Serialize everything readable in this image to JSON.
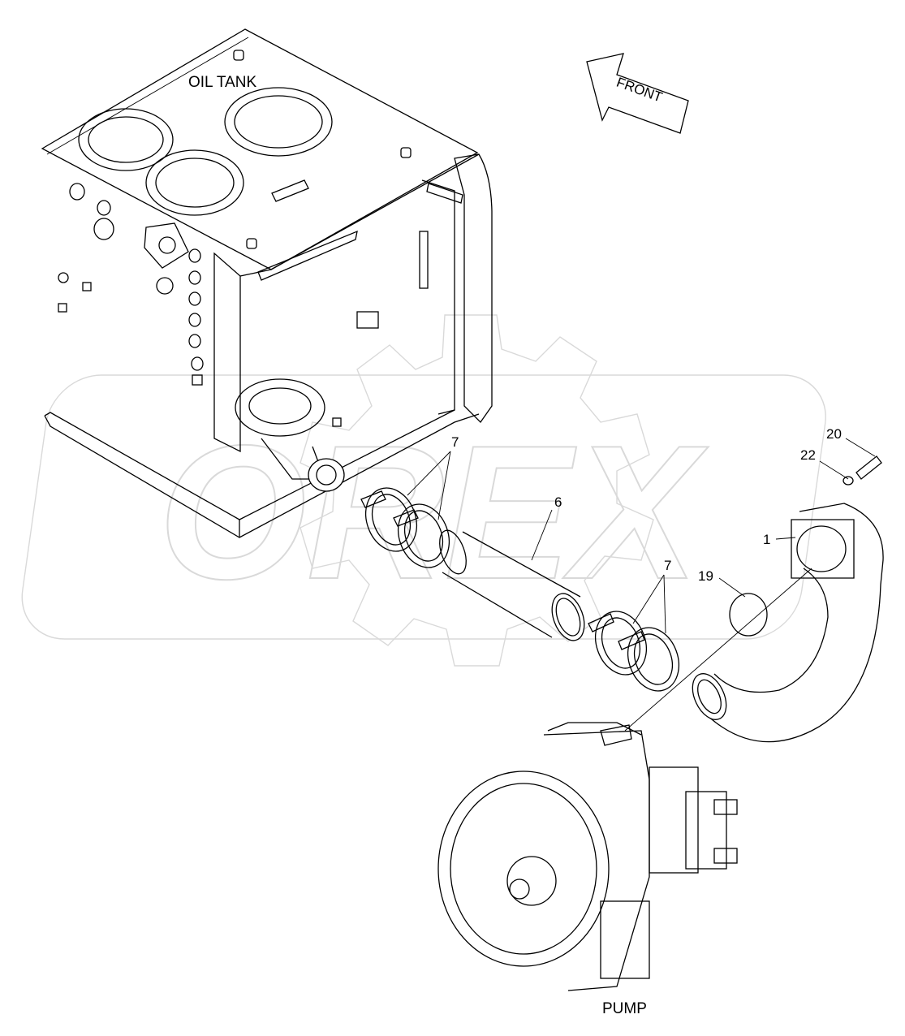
{
  "labels": {
    "oil_tank": "OIL TANK",
    "front": "FRONT",
    "pump": "PUMP"
  },
  "watermark": {
    "text": "OREX",
    "color": "#d9d9d9"
  },
  "callouts": [
    {
      "id": "c20",
      "text": "20"
    },
    {
      "id": "c22",
      "text": "22"
    },
    {
      "id": "c1",
      "text": "1"
    },
    {
      "id": "c19",
      "text": "19"
    },
    {
      "id": "c7a",
      "text": "7"
    },
    {
      "id": "c7b",
      "text": "7"
    },
    {
      "id": "c6",
      "text": "6"
    }
  ],
  "line_color": "#000000"
}
